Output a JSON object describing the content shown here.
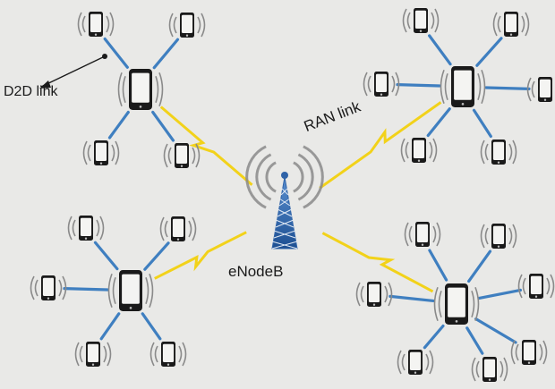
{
  "labels": {
    "d2d_link": "D2D link",
    "ran_link": "RAN link",
    "enodeb": "eNodeB"
  },
  "colors": {
    "background": "#e9e9e7",
    "d2d_link": "#3f7fc0",
    "ran_link": "#f2d21a",
    "device": "#1a1a1a",
    "tower": "#2f63a8",
    "signal_arc": "#8a8a8a"
  },
  "icons": {
    "enodeb": "cell-tower-icon",
    "device": "smartphone-icon",
    "signal": "signal-waves-icon",
    "ran_link": "lightning-bolt-icon"
  },
  "clusters": [
    {
      "name": "top-left",
      "hub_devices": 1,
      "peer_devices": 4
    },
    {
      "name": "top-right",
      "hub_devices": 1,
      "peer_devices": 6
    },
    {
      "name": "bottom-left",
      "hub_devices": 1,
      "peer_devices": 5
    },
    {
      "name": "bottom-right",
      "hub_devices": 1,
      "peer_devices": 7
    }
  ]
}
